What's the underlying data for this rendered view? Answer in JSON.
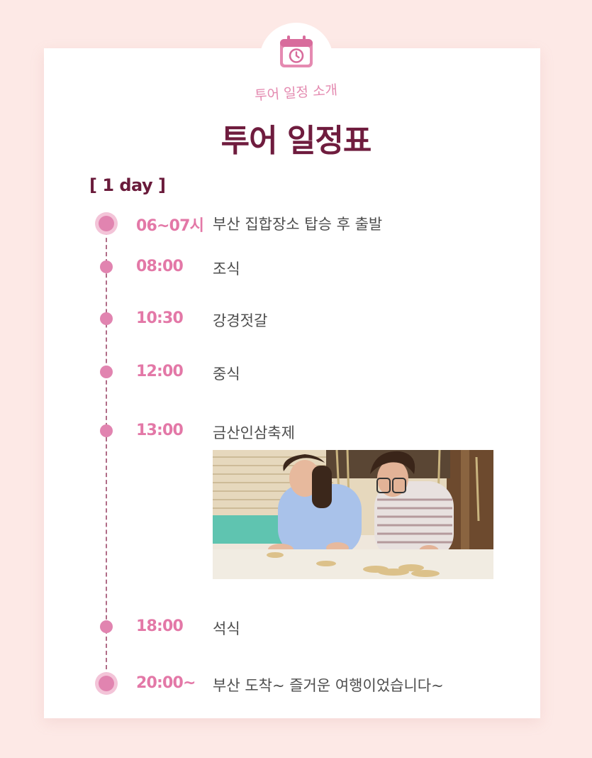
{
  "header": {
    "icon": "calendar-clock-icon",
    "subtitle": "투어 일정 소개",
    "title": "투어 일정표"
  },
  "day_label": "[ 1 day ]",
  "schedule": [
    {
      "time": "06~07시",
      "description": "부산 집합장소 탑승 후 출발",
      "marker": "large"
    },
    {
      "time": "08:00",
      "description": "조식",
      "marker": "small"
    },
    {
      "time": "10:30",
      "description": "강경젓갈",
      "marker": "small"
    },
    {
      "time": "12:00",
      "description": "중식",
      "marker": "small"
    },
    {
      "time": "13:00",
      "description": "금산인삼축제",
      "marker": "small",
      "photo": "two women trimming ginseng roots at a table"
    },
    {
      "time": "18:00",
      "description": "석식",
      "marker": "small"
    },
    {
      "time": "20:00~",
      "description": "부산 도착~ 즐거운 여행이었습니다~",
      "marker": "large"
    }
  ],
  "colors": {
    "page_background": "#fde9e6",
    "card": "#ffffff",
    "accent_pink": "#e378a7",
    "title_maroon": "#6f1c3e",
    "text_gray": "#4d4d4d"
  }
}
